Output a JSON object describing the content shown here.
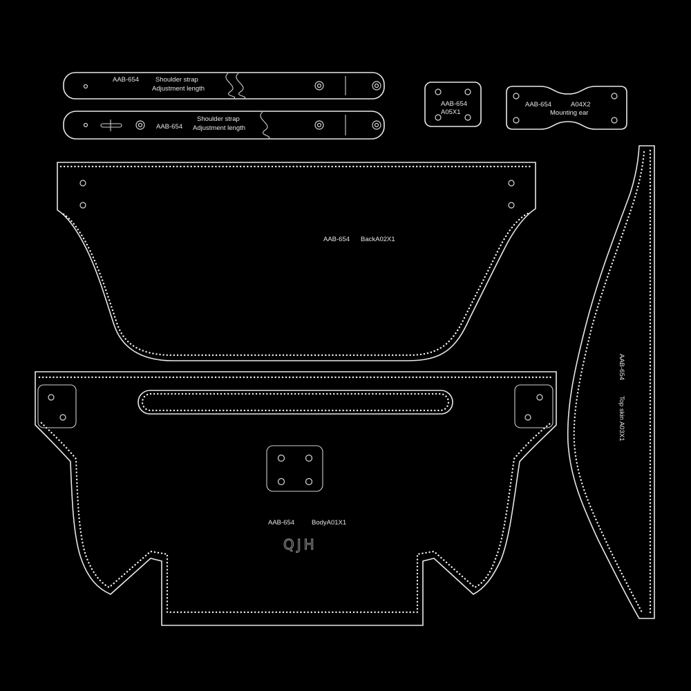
{
  "colors": {
    "background": "#000000",
    "line": "#e8e8e8"
  },
  "pieces": {
    "strap_upper": {
      "code": "AAB-654",
      "name_line1": "Shoulder strap",
      "name_line2": "Adjustment length"
    },
    "strap_lower": {
      "code": "AAB-654",
      "name_line1": "Shoulder strap",
      "name_line2": "Adjustment length"
    },
    "small_plate": {
      "code": "AAB-654",
      "part": "A05X1"
    },
    "mounting_ear": {
      "code": "AAB-654",
      "part": "A04X2",
      "name": "Mounting ear"
    },
    "back": {
      "code": "AAB-654",
      "part": "BackA02X1"
    },
    "top_skin": {
      "code": "AAB-654",
      "part": "Top skin A03X1"
    },
    "body": {
      "code": "AAB-654",
      "part": "BodyA01X1",
      "brand": "QJH"
    }
  }
}
